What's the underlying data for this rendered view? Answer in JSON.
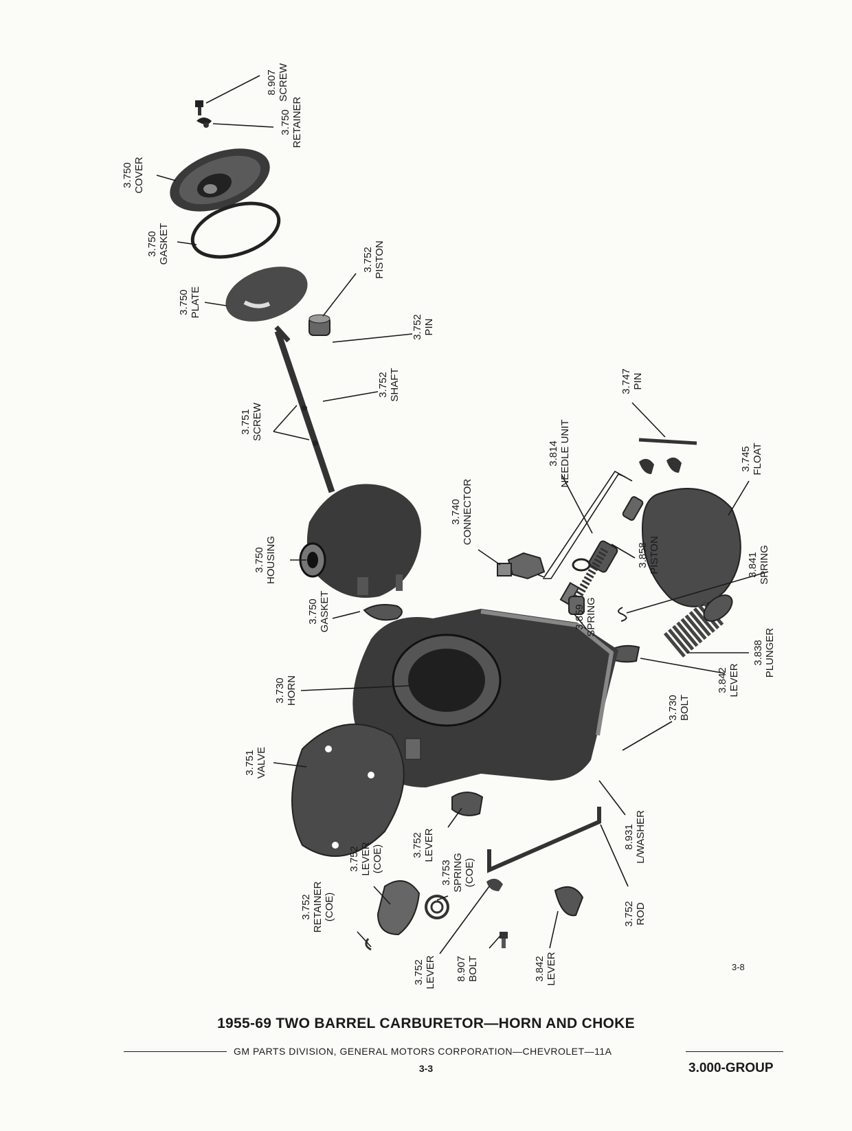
{
  "title": "1955-69 TWO BARREL CARBURETOR—HORN AND CHOKE",
  "org": "GM PARTS DIVISION,  GENERAL MOTORS CORPORATION—CHEVROLET—11A",
  "page": "3-3",
  "group": "3.000-GROUP",
  "figure_number": "3-8",
  "callouts": [
    {
      "num": "8.907",
      "name": "SCREW"
    },
    {
      "num": "3.750",
      "name": "RETAINER"
    },
    {
      "num": "3.750",
      "name": "COVER"
    },
    {
      "num": "3.750",
      "name": "GASKET"
    },
    {
      "num": "3.752",
      "name": "PISTON"
    },
    {
      "num": "3.750",
      "name": "PLATE"
    },
    {
      "num": "3.752",
      "name": "PIN"
    },
    {
      "num": "3.752",
      "name": "SHAFT"
    },
    {
      "num": "3.751",
      "name": "SCREW"
    },
    {
      "num": "3.747",
      "name": "PIN"
    },
    {
      "num": "3.814",
      "name": "NEEDLE UNIT"
    },
    {
      "num": "3.745",
      "name": "FLOAT"
    },
    {
      "num": "3.740",
      "name": "CONNECTOR"
    },
    {
      "num": "3.750",
      "name": "HOUSING"
    },
    {
      "num": "3.858",
      "name": "PISTON"
    },
    {
      "num": "3.841",
      "name": "SPRING"
    },
    {
      "num": "3.750",
      "name": "GASKET"
    },
    {
      "num": "3.859",
      "name": "SPRING"
    },
    {
      "num": "3.838",
      "name": "PLUNGER"
    },
    {
      "num": "3.730",
      "name": "HORN"
    },
    {
      "num": "3.842",
      "name": "LEVER"
    },
    {
      "num": "3.730",
      "name": "BOLT"
    },
    {
      "num": "3.751",
      "name": "VALVE"
    },
    {
      "num": "8.931",
      "name": "L/WASHER"
    },
    {
      "num": "3.752",
      "name": "LEVER"
    },
    {
      "num": "3.752",
      "name": "LEVER",
      "extra": "(COE)"
    },
    {
      "num": "3.753",
      "name": "SPRING",
      "extra": "(COE)"
    },
    {
      "num": "3.752",
      "name": "RETAINER",
      "extra": "(COE)"
    },
    {
      "num": "3.752",
      "name": "ROD"
    },
    {
      "num": "3.752",
      "name": "LEVER"
    },
    {
      "num": "8.907",
      "name": "BOLT"
    },
    {
      "num": "3.842",
      "name": "LEVER"
    }
  ]
}
